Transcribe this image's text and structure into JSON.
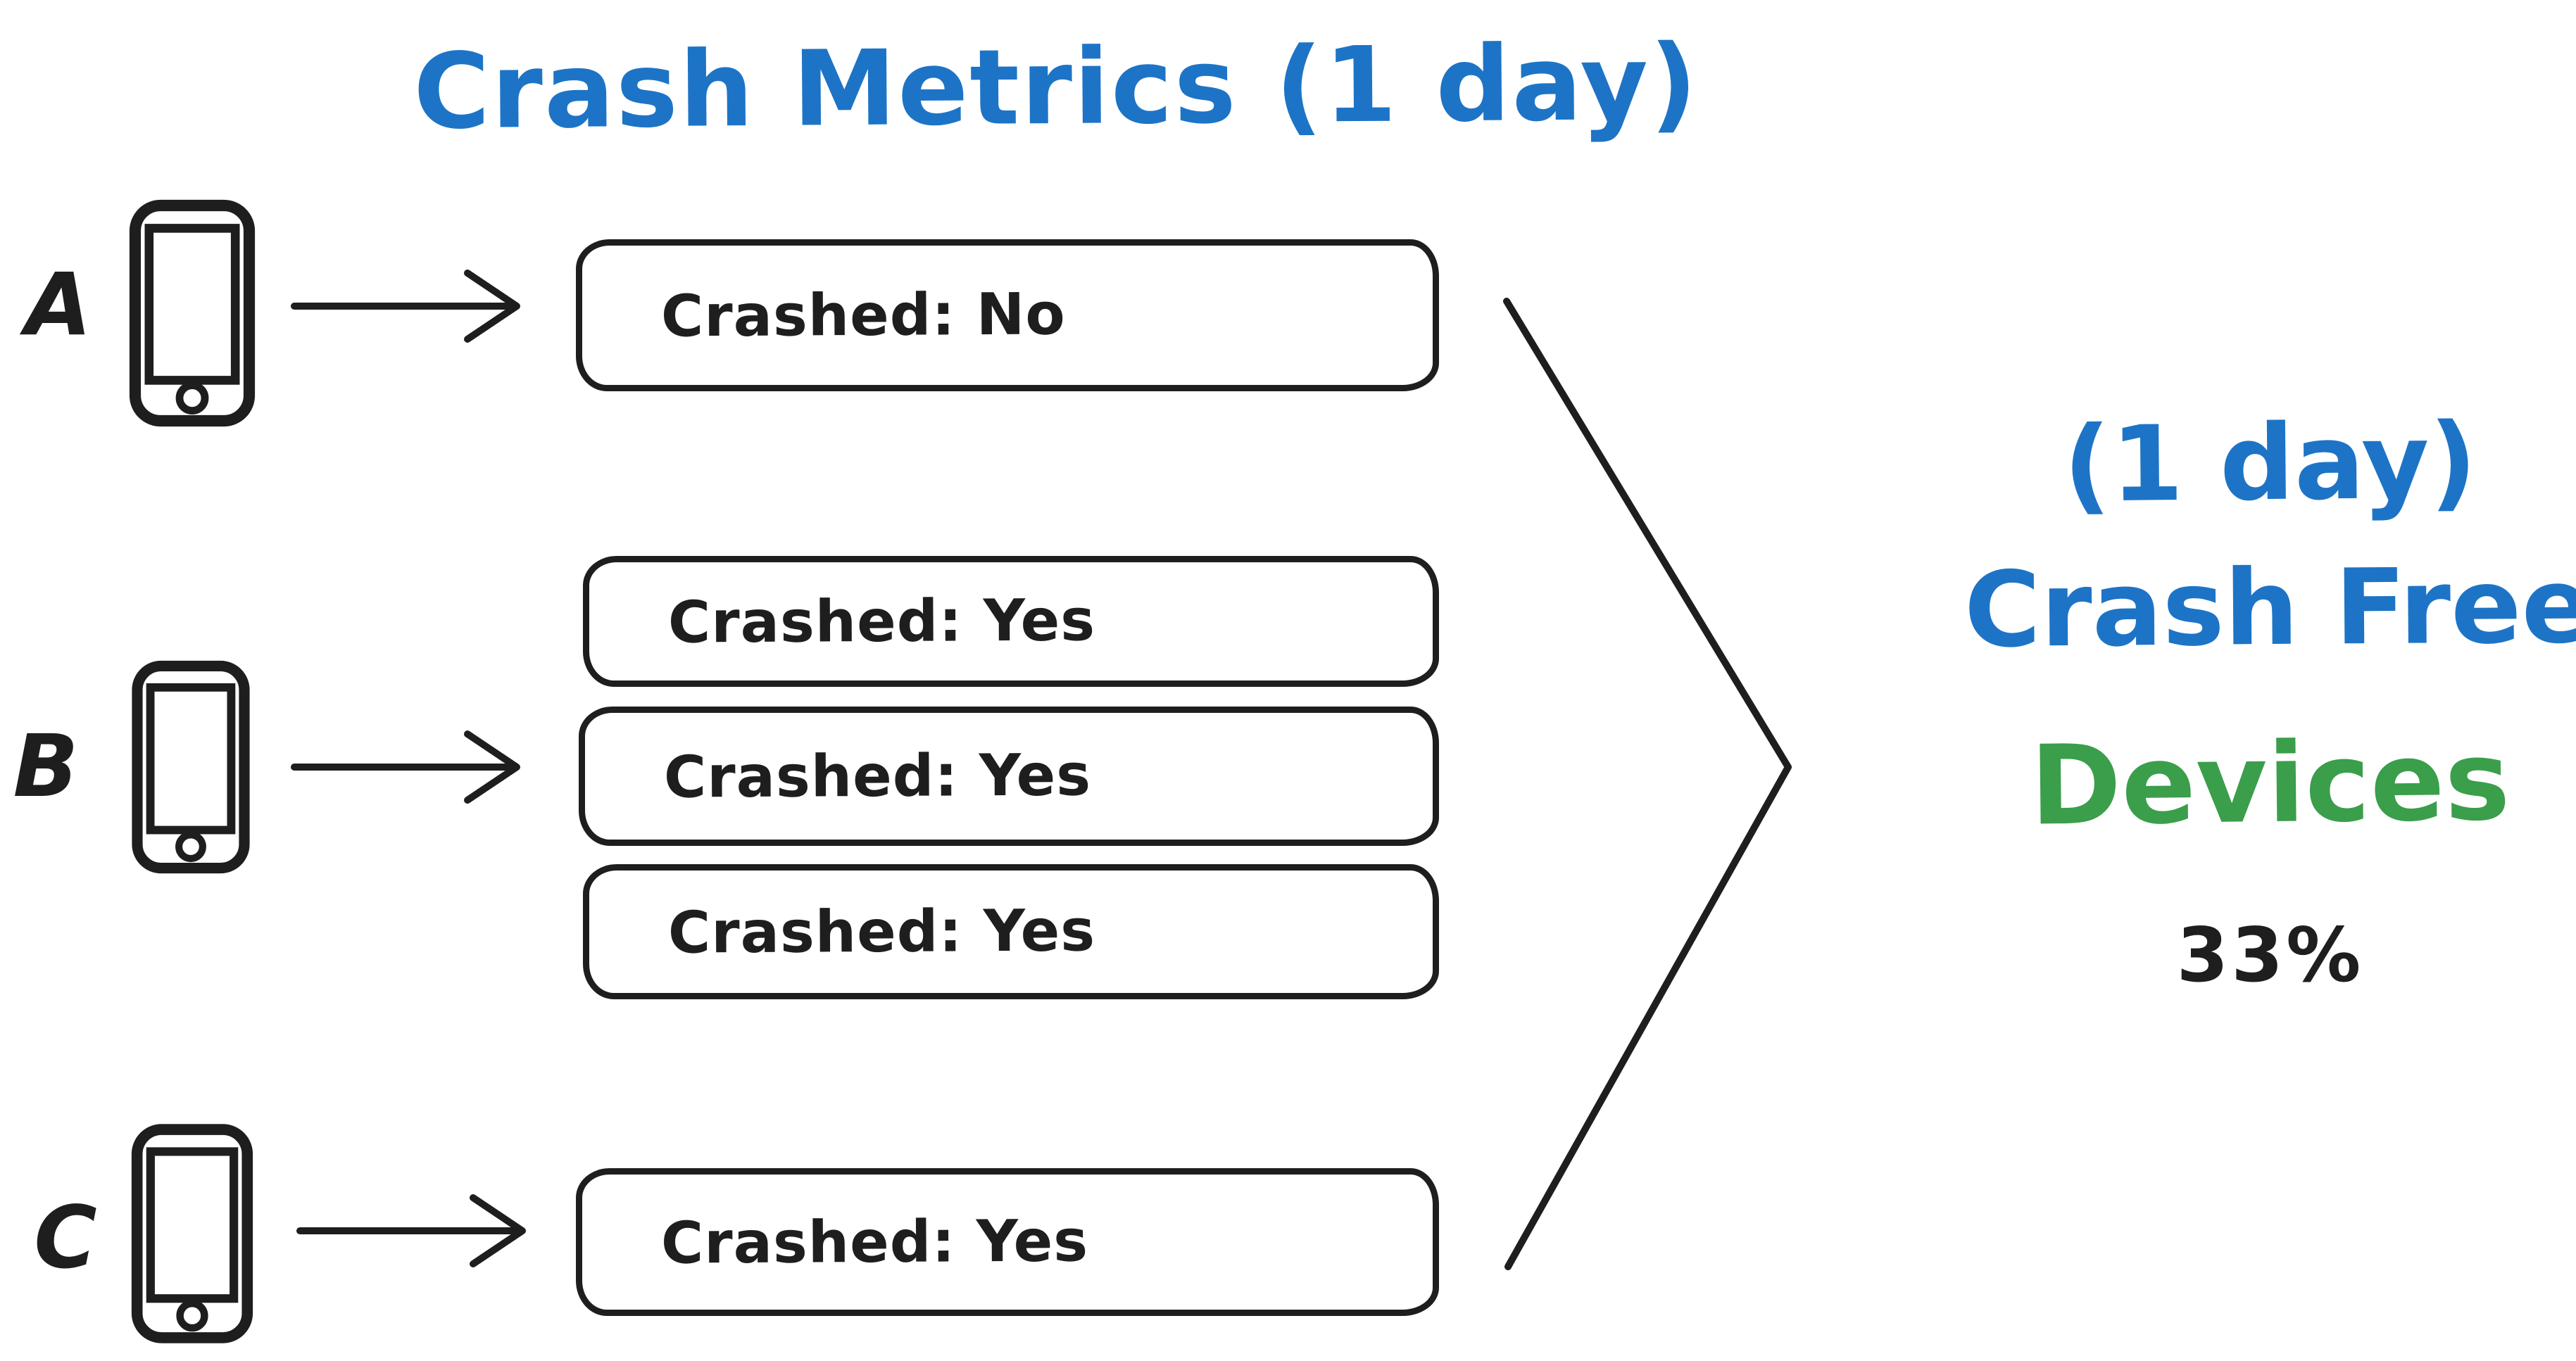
{
  "title": {
    "text": "Crash Metrics (1 day)"
  },
  "devices": [
    {
      "label": "A",
      "sessions": [
        {
          "text": "Crashed: No",
          "crashed": "No"
        }
      ]
    },
    {
      "label": "B",
      "sessions": [
        {
          "text": "Crashed: Yes",
          "crashed": "Yes"
        },
        {
          "text": "Crashed: Yes",
          "crashed": "Yes"
        },
        {
          "text": "Crashed: Yes",
          "crashed": "Yes"
        }
      ]
    },
    {
      "label": "C",
      "sessions": [
        {
          "text": "Crashed: Yes",
          "crashed": "Yes"
        }
      ]
    }
  ],
  "result": {
    "line1": "(1 day)",
    "line2": "Crash Free",
    "line3": "Devices",
    "value": "33%"
  },
  "icons": {
    "phone-icon": "hand-drawn smartphone outline with screen and home button",
    "arrow-right-icon": "straight line with open chevron arrowhead",
    "merge-chevron-icon": "large right-pointing angle joining rows to result"
  },
  "colors": {
    "ink": "#1e1e1e",
    "blue": "#1d74c6",
    "green": "#3a9e4b",
    "bg": "#ffffff"
  }
}
